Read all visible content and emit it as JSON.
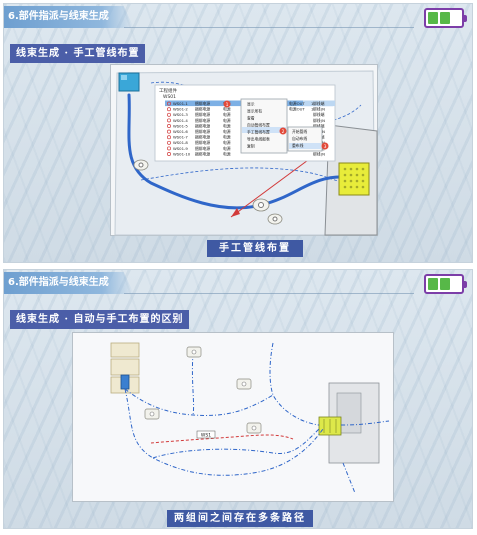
{
  "slide1": {
    "header": "6.部件指派与线束生成",
    "section_label": "线束生成 · 手工管线布置",
    "caption": "手工管线布置",
    "tree": {
      "root": "工程组件",
      "group": "WS01",
      "rows": [
        {
          "id": "WS01-1",
          "type": "捆绑电源"
        },
        {
          "id": "WS01-2",
          "type": "捆绑电源"
        },
        {
          "id": "WS01-3",
          "type": "捆绑电源"
        },
        {
          "id": "WS01-4",
          "type": "捆绑电源"
        },
        {
          "id": "WS01-5",
          "type": "捆绑电源"
        },
        {
          "id": "WS01-6",
          "type": "捆绑电源"
        },
        {
          "id": "WS01-7",
          "type": "捆绑电源"
        },
        {
          "id": "WS01-8",
          "type": "捆绑电源"
        },
        {
          "id": "WS01-9",
          "type": "捆绑电源"
        },
        {
          "id": "WS01-10",
          "type": "捆绑电源"
        }
      ],
      "col3": "电源",
      "col4": "电源OUT",
      "col5": "1",
      "col6": "绑线端",
      "col7": "绑线(N"
    },
    "context_menu": [
      "显示",
      "显示所有",
      "查看",
      "自动管线布置",
      "手工管线布置",
      "导出电线报表",
      "复制"
    ],
    "submenu": [
      "开始管线",
      "自动布线",
      "重布线"
    ],
    "badges": [
      "1",
      "2",
      "3"
    ]
  },
  "slide2": {
    "header": "6.部件指派与线束生成",
    "section_label": "线束生成 · 自动与手工布置的区别",
    "caption": "两组间之间存在多条路径",
    "wire_label": "WS1"
  },
  "colors": {
    "accent": "#4b5ea8",
    "battery_border": "#7c3ea8",
    "battery_cell": "#57b848",
    "header": "#6e9fd0",
    "wire_blue": "#2f66c9",
    "wire_red": "#d23a3a"
  },
  "icons": [
    "battery-icon",
    "connector-icon",
    "clip-icon",
    "terminal-block-icon"
  ]
}
